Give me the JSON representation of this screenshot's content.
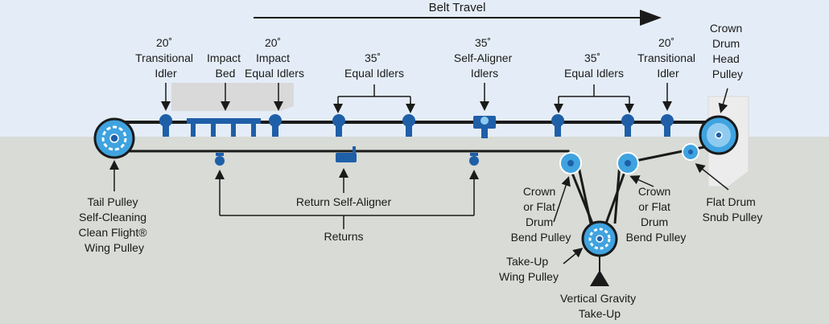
{
  "diagram": {
    "belt_travel": "Belt Travel",
    "labels": {
      "transitional_idler_left": [
        "20˚",
        "Transitional",
        "Idler"
      ],
      "impact_bed": [
        "Impact",
        "Bed"
      ],
      "impact_equal_idlers": [
        "20˚",
        "Impact",
        "Equal Idlers"
      ],
      "equal_idlers_1": [
        "35˚",
        "Equal Idlers"
      ],
      "self_aligner_idlers": [
        "35˚",
        "Self-Aligner",
        "Idlers"
      ],
      "equal_idlers_2": [
        "35˚",
        "Equal Idlers"
      ],
      "transitional_idler_right": [
        "20˚",
        "Transitional",
        "Idler"
      ],
      "crown_drum_head_pulley": [
        "Crown",
        "Drum",
        "Head",
        "Pulley"
      ],
      "tail_pulley": [
        "Tail Pulley",
        "Self-Cleaning",
        "Clean Flight®",
        "Wing Pulley"
      ],
      "return_self_aligner": "Return Self-Aligner",
      "returns": "Returns",
      "bend_pulley_left": [
        "Crown",
        "or Flat",
        "Drum",
        "Bend Pulley"
      ],
      "bend_pulley_right": [
        "Crown",
        "or Flat",
        "Drum",
        "Bend Pulley"
      ],
      "take_up_wing_pulley": [
        "Take-Up",
        "Wing Pulley"
      ],
      "flat_drum_snub_pulley": [
        "Flat Drum",
        "Snub Pulley"
      ],
      "vertical_gravity_take_up": [
        "Vertical Gravity",
        "Take-Up"
      ]
    },
    "colors": {
      "accent_blue": "#1f5fa8",
      "pulley_light": "#3fa3e0",
      "belt": "#1a1a1a",
      "upper_bg": "#e4edf7",
      "lower_bg": "#d8dbd6"
    }
  }
}
